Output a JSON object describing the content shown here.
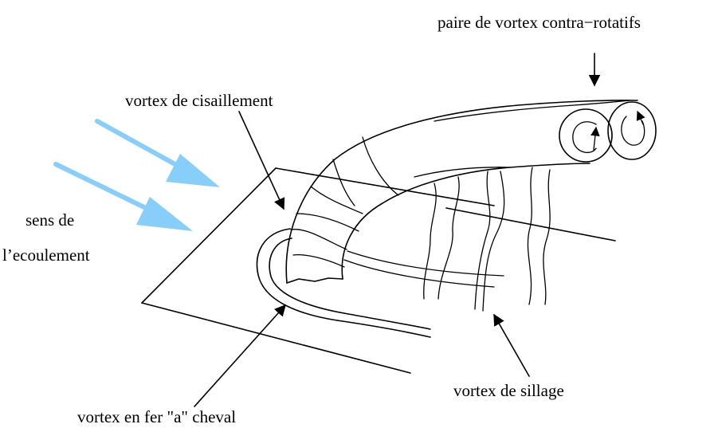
{
  "colors": {
    "ink": "#000000",
    "flow_arrow": "#87CEFA",
    "background": "#ffffff"
  },
  "labels": {
    "counter_rotating_pair": "paire de vortex contra−rotatifs",
    "shear_vortex": "vortex de cisaillement",
    "flow_direction_line1": "sens de",
    "flow_direction_line2": "l’ecoulement",
    "horseshoe_vortex": "vortex en fer \"a\" cheval",
    "wake_vortex": "vortex de sillage"
  }
}
